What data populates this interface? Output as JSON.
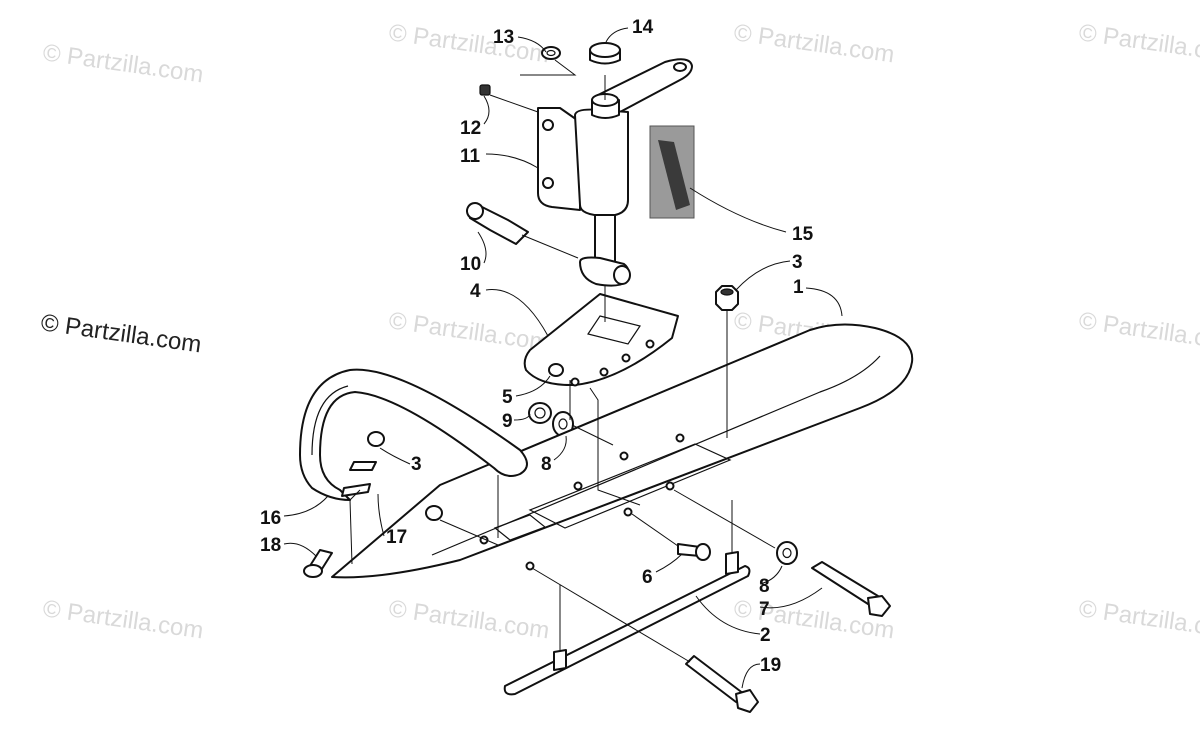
{
  "watermark": {
    "repeat_text": "© Partzilla.com",
    "main_text": "© Partzilla.com"
  },
  "callouts": [
    {
      "id": "c13",
      "label": "13"
    },
    {
      "id": "c14",
      "label": "14"
    },
    {
      "id": "c12",
      "label": "12"
    },
    {
      "id": "c11",
      "label": "11"
    },
    {
      "id": "c15",
      "label": "15"
    },
    {
      "id": "c10",
      "label": "10"
    },
    {
      "id": "c3a",
      "label": "3"
    },
    {
      "id": "c1",
      "label": "1"
    },
    {
      "id": "c4",
      "label": "4"
    },
    {
      "id": "c5",
      "label": "5"
    },
    {
      "id": "c9",
      "label": "9"
    },
    {
      "id": "c8a",
      "label": "8"
    },
    {
      "id": "c3b",
      "label": "3"
    },
    {
      "id": "c16",
      "label": "16"
    },
    {
      "id": "c17",
      "label": "17"
    },
    {
      "id": "c18",
      "label": "18"
    },
    {
      "id": "c6",
      "label": "6"
    },
    {
      "id": "c8b",
      "label": "8"
    },
    {
      "id": "c7",
      "label": "7"
    },
    {
      "id": "c2",
      "label": "2"
    },
    {
      "id": "c19",
      "label": "19"
    }
  ]
}
